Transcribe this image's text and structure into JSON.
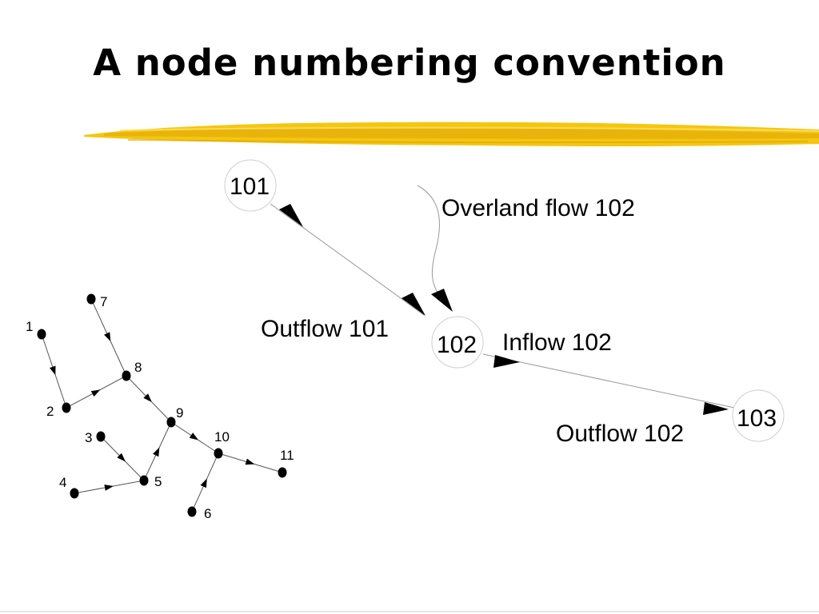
{
  "slide": {
    "title": "A node numbering convention",
    "accent_color": "#f5c60f"
  },
  "main_diagram": {
    "nodes": [
      {
        "id": "101",
        "label": "101"
      },
      {
        "id": "102",
        "label": "102"
      },
      {
        "id": "103",
        "label": "103"
      }
    ],
    "labels": {
      "overland": "Overland flow 102",
      "outflow101": "Outflow 101",
      "inflow102": "Inflow 102",
      "outflow102": "Outflow 102"
    }
  },
  "network_diagram": {
    "nodes": [
      "1",
      "2",
      "3",
      "4",
      "5",
      "6",
      "7",
      "8",
      "9",
      "10",
      "11"
    ],
    "edges": [
      [
        "1",
        "2"
      ],
      [
        "2",
        "8"
      ],
      [
        "7",
        "8"
      ],
      [
        "8",
        "9"
      ],
      [
        "3",
        "5"
      ],
      [
        "4",
        "5"
      ],
      [
        "5",
        "9"
      ],
      [
        "9",
        "10"
      ],
      [
        "6",
        "10"
      ],
      [
        "10",
        "11"
      ]
    ]
  }
}
